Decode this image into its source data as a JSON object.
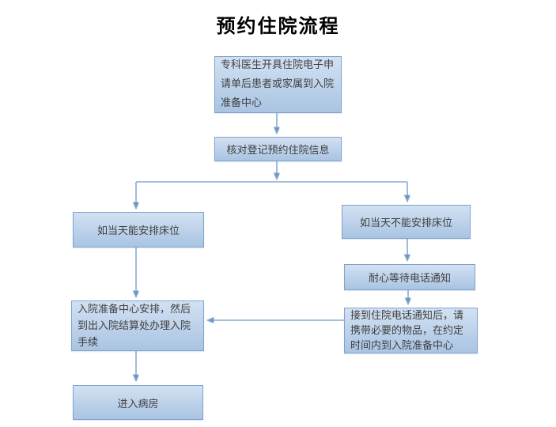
{
  "title": "预约住院流程",
  "colors": {
    "background": "#ffffff",
    "box_fill_top": "#d3e1f2",
    "box_fill_bottom": "#a9c4e2",
    "box_border": "#7ea4cd",
    "connector": "#87abd3",
    "arrowhead": "#6a91bd",
    "text": "#404040",
    "title_color": "#000000"
  },
  "nodes": [
    {
      "id": "start",
      "text": "专科医生开具住院电子申请单后患者或家属到入院准备中心"
    },
    {
      "id": "verify",
      "text": "核对登记预约住院信息"
    },
    {
      "id": "bed-available",
      "text": "如当天能安排床位"
    },
    {
      "id": "bed-unavailable",
      "text": "如当天不能安排床位"
    },
    {
      "id": "wait-call",
      "text": "耐心等待电话通知"
    },
    {
      "id": "receive-call",
      "text": "接到住院电话通知后，请携带必要的物品，在约定时间内到入院准备中心"
    },
    {
      "id": "admission-arrange",
      "text": "入院准备中心安排，然后到出入院结算处办理入院手续"
    },
    {
      "id": "enter-ward",
      "text": "进入病房"
    }
  ],
  "edges": [
    {
      "from": "start",
      "to": "verify"
    },
    {
      "from": "verify",
      "to": "bed-available"
    },
    {
      "from": "verify",
      "to": "bed-unavailable"
    },
    {
      "from": "bed-available",
      "to": "admission-arrange"
    },
    {
      "from": "bed-unavailable",
      "to": "wait-call"
    },
    {
      "from": "wait-call",
      "to": "receive-call"
    },
    {
      "from": "receive-call",
      "to": "admission-arrange"
    },
    {
      "from": "admission-arrange",
      "to": "enter-ward"
    }
  ]
}
